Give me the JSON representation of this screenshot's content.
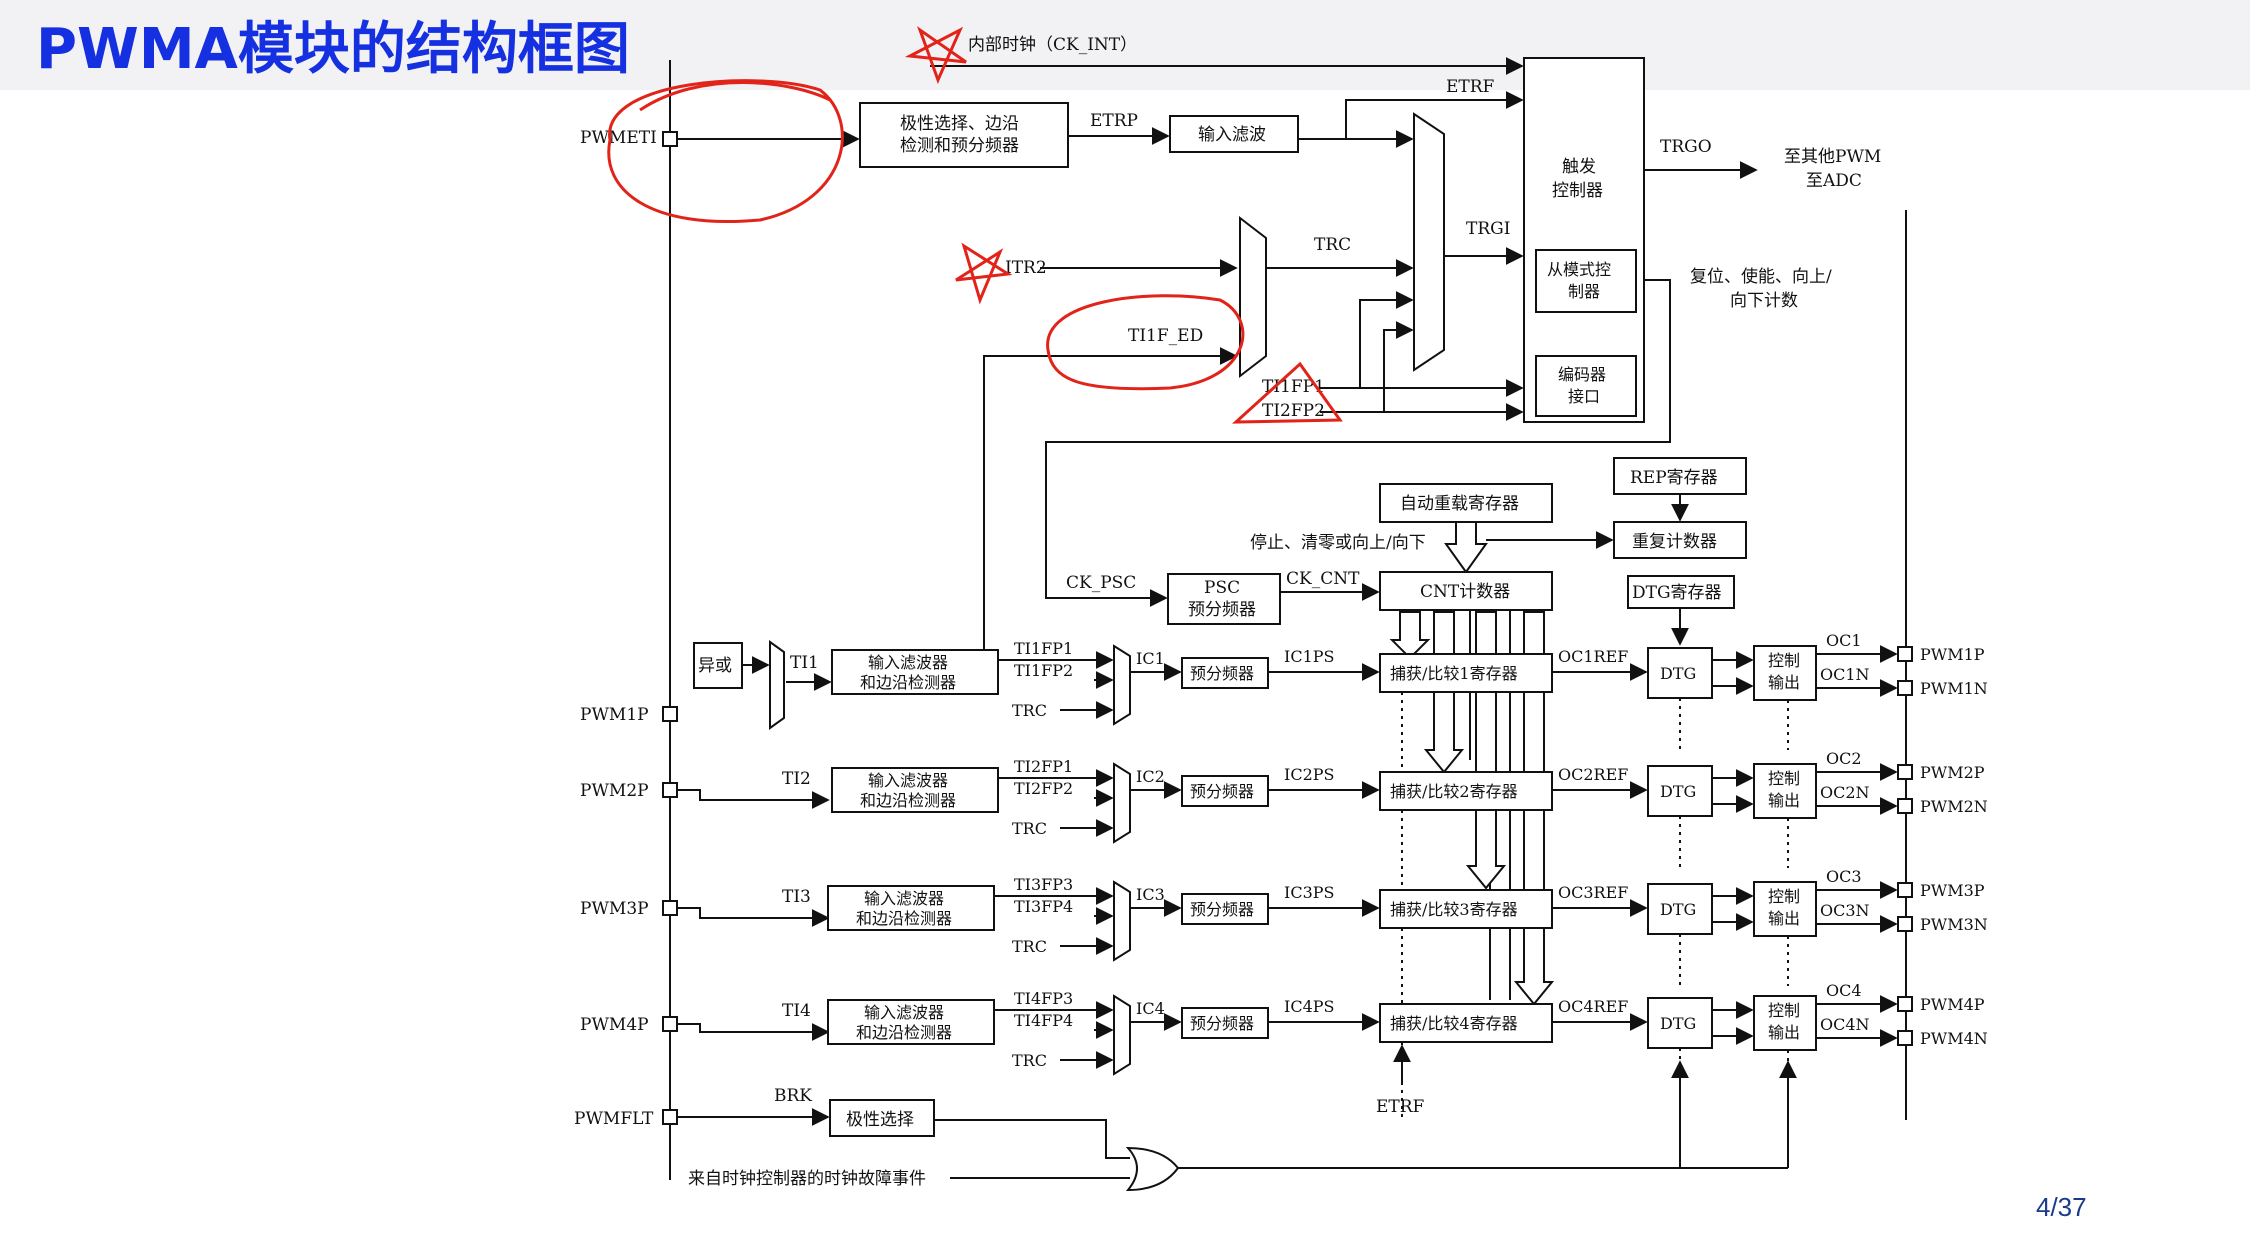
{
  "title": "PWMA模块的结构框图",
  "page_number": "4/37",
  "top": {
    "ck_int": "内部时钟（CK_INT）",
    "pwmeti": "PWMETI",
    "polarity_box": [
      "极性选择、边沿",
      "检测和预分频器"
    ],
    "etrp": "ETRP",
    "input_filter": "输入滤波",
    "etrf": "ETRF",
    "itr2": "ITR2",
    "ti1f_ed": "TI1F_ED",
    "trc": "TRC",
    "trgi": "TRGI",
    "ti1fp1": "TI1FP1",
    "ti2fp2": "TI2FP2",
    "trigger_ctrl": [
      "触发",
      "控制器"
    ],
    "slave_ctrl": [
      "从模式控",
      "制器"
    ],
    "encoder_if": [
      "编码器",
      "接口"
    ],
    "trgo": "TRGO",
    "to_other": [
      "至其他PWM",
      "至ADC"
    ],
    "reset_text": [
      "复位、使能、向上/",
      "向下计数"
    ]
  },
  "counter": {
    "rep_reg": "REP寄存器",
    "auto_reload": "自动重载寄存器",
    "repeat_counter": "重复计数器",
    "stop_text": "停止、清零或向上/向下",
    "ck_psc": "CK_PSC",
    "psc": [
      "PSC",
      "预分频器"
    ],
    "ck_cnt": "CK_CNT",
    "cnt": "CNT计数器",
    "dtg_reg": "DTG寄存器"
  },
  "channels": [
    {
      "pin": "PWM1P",
      "ti": "TI1",
      "filter": [
        "输入滤波器",
        "和边沿检测器"
      ],
      "fpa": "TI1FP1",
      "fpb": "TI1FP2",
      "trc": "TRC",
      "ic": "IC1",
      "presc": "预分频器",
      "icps": "IC1PS",
      "ccr": "捕获/比较1寄存器",
      "ocref": "OC1REF",
      "dtg": "DTG",
      "outctl": [
        "控制",
        "输出"
      ],
      "oc": "OC1",
      "ocn": "OC1N",
      "outp": "PWM1P",
      "outn": "PWM1N"
    },
    {
      "pin": "PWM2P",
      "ti": "TI2",
      "filter": [
        "输入滤波器",
        "和边沿检测器"
      ],
      "fpa": "TI2FP1",
      "fpb": "TI2FP2",
      "trc": "TRC",
      "ic": "IC2",
      "presc": "预分频器",
      "icps": "IC2PS",
      "ccr": "捕获/比较2寄存器",
      "ocref": "OC2REF",
      "dtg": "DTG",
      "outctl": [
        "控制",
        "输出"
      ],
      "oc": "OC2",
      "ocn": "OC2N",
      "outp": "PWM2P",
      "outn": "PWM2N"
    },
    {
      "pin": "PWM3P",
      "ti": "TI3",
      "filter": [
        "输入滤波器",
        "和边沿检测器"
      ],
      "fpa": "TI3FP3",
      "fpb": "TI3FP4",
      "trc": "TRC",
      "ic": "IC3",
      "presc": "预分频器",
      "icps": "IC3PS",
      "ccr": "捕获/比较3寄存器",
      "ocref": "OC3REF",
      "dtg": "DTG",
      "outctl": [
        "控制",
        "输出"
      ],
      "oc": "OC3",
      "ocn": "OC3N",
      "outp": "PWM3P",
      "outn": "PWM3N"
    },
    {
      "pin": "PWM4P",
      "ti": "TI4",
      "filter": [
        "输入滤波器",
        "和边沿检测器"
      ],
      "fpa": "TI4FP3",
      "fpb": "TI4FP4",
      "trc": "TRC",
      "ic": "IC4",
      "presc": "预分频器",
      "icps": "IC4PS",
      "ccr": "捕获/比较4寄存器",
      "ocref": "OC4REF",
      "dtg": "DTG",
      "outctl": [
        "控制",
        "输出"
      ],
      "oc": "OC4",
      "ocn": "OC4N",
      "outp": "PWM4P",
      "outn": "PWM4N"
    }
  ],
  "bottom": {
    "xor": "异或",
    "etrf": "ETRF",
    "pwmflt": "PWMFLT",
    "brk": "BRK",
    "polarity": "极性选择",
    "clock_fault": "来自时钟控制器的时钟故障事件"
  }
}
